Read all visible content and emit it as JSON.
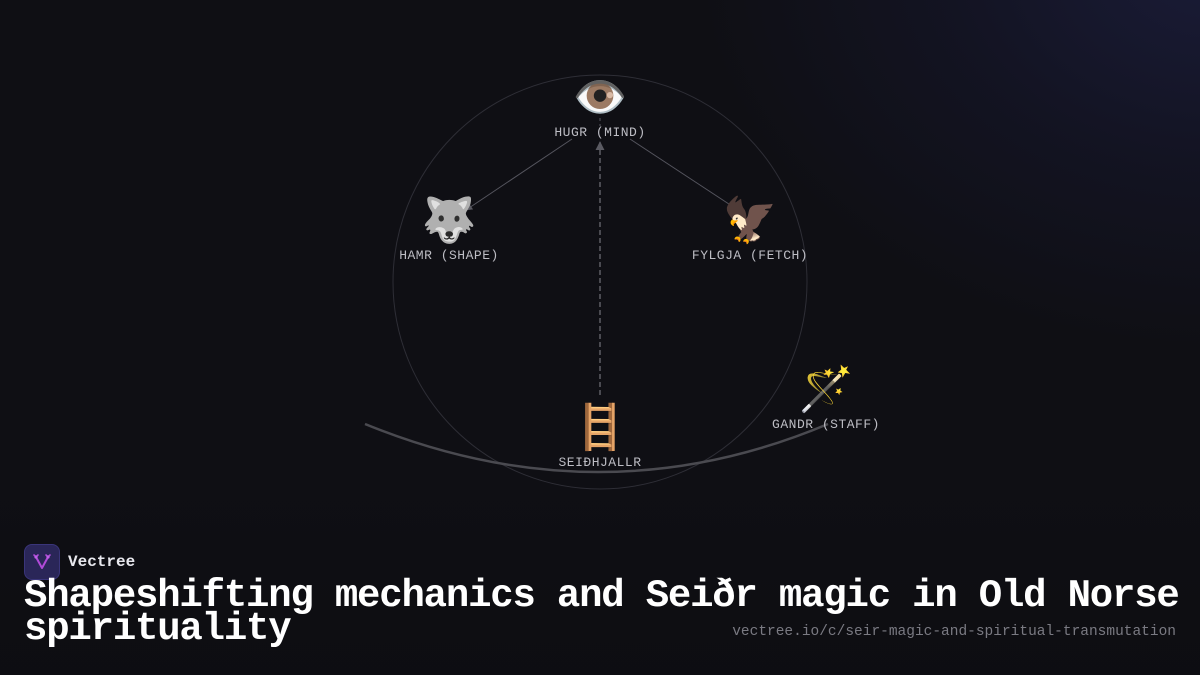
{
  "diagram": {
    "center": {
      "label": "HUGR (MIND)",
      "icon": "eye-icon",
      "glyph": "👁️"
    },
    "nodes": [
      {
        "id": "hamr",
        "label": "HAMR (SHAPE)",
        "icon": "wolf-icon",
        "glyph": "🐺"
      },
      {
        "id": "fylgja",
        "label": "FYLGJA (FETCH)",
        "icon": "eagle-icon",
        "glyph": "🦅"
      },
      {
        "id": "seidhjallr",
        "label": "SEIÐHJALLR",
        "icon": "ladder-icon",
        "glyph": "🪜"
      },
      {
        "id": "gandr",
        "label": "GANDR (STAFF)",
        "icon": "magic-wand-icon",
        "glyph": "🪄"
      }
    ],
    "edges": [
      {
        "from": "HUGR (MIND)",
        "to": "HAMR (SHAPE)",
        "style": "solid"
      },
      {
        "from": "HUGR (MIND)",
        "to": "FYLGJA (FETCH)",
        "style": "solid"
      },
      {
        "from": "SEIÐHJALLR",
        "to": "HUGR (MIND)",
        "style": "dashed"
      }
    ],
    "colors": {
      "circle": "#2e2e36",
      "edge": "#55555e",
      "arc": "#4a4a50",
      "label": "#bdbdc4"
    }
  },
  "brand": {
    "name": "Vectree",
    "logo_icon": "vectree-logo-icon",
    "logo_color": "#2a2658",
    "logo_accent": "#b04ad8"
  },
  "title": "Shapeshifting mechanics and Seiðr magic in Old Norse spirituality",
  "url": "vectree.io/c/seir-magic-and-spiritual-transmutation"
}
